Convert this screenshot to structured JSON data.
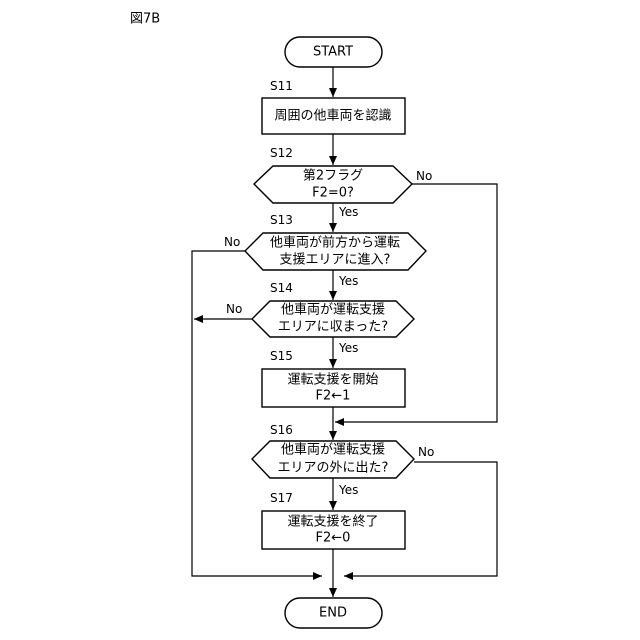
{
  "figure_label": "図7B",
  "start": "START",
  "end": "END",
  "steps": [
    {
      "id": "S11",
      "lines": [
        "周囲の他車両を認識"
      ]
    },
    {
      "id": "S12",
      "lines": [
        "第2フラグ",
        "F2=0?"
      ],
      "yes": "Yes",
      "no": "No"
    },
    {
      "id": "S13",
      "lines": [
        "他車両が前方から運転",
        "支援エリアに進入?"
      ],
      "yes": "Yes",
      "no": "No"
    },
    {
      "id": "S14",
      "lines": [
        "他車両が運転支援",
        "エリアに収まった?"
      ],
      "yes": "Yes",
      "no": "No"
    },
    {
      "id": "S15",
      "lines": [
        "運転支援を開始",
        "F2←1"
      ]
    },
    {
      "id": "S16",
      "lines": [
        "他車両が運転支援",
        "エリアの外に出た?"
      ],
      "yes": "Yes",
      "no": "No"
    },
    {
      "id": "S17",
      "lines": [
        "運転支援を終了",
        "F2←0"
      ]
    }
  ]
}
